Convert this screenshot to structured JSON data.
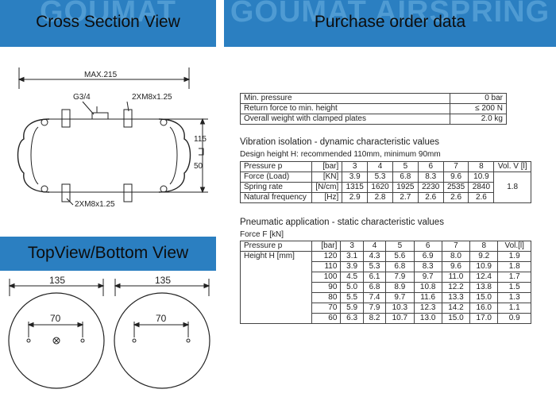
{
  "banners": {
    "cross_section": {
      "title": "Cross Section View",
      "watermark": "GOUMAT"
    },
    "purchase": {
      "title": "Purchase order data",
      "watermark": "GOUMAT AIRSPRING"
    },
    "topview": {
      "title": "TopView/Bottom View"
    }
  },
  "cross_section": {
    "max_width": "MAX.215",
    "port_label": "G3/4",
    "top_bolt_label": "2XM8x1.25",
    "bottom_bolt_label": "2XM8x1.25",
    "height_max": "115",
    "height_min": "50"
  },
  "top_view": {
    "diameter_left": "135",
    "bolt_spacing_left": "70",
    "diameter_right": "135",
    "bolt_spacing_right": "70"
  },
  "general": [
    {
      "label": "Min. pressure",
      "value": "0 bar"
    },
    {
      "label": "Return force to min. height",
      "value": "≤ 200 N"
    },
    {
      "label": "Overall weight with clamped plates",
      "value": "2.0 kg"
    }
  ],
  "vibration": {
    "title": "Vibration isolation - dynamic characteristic values",
    "subtitle": "Design height H: recommended 110mm, minimum 90mm",
    "rows": [
      {
        "label": "Pressure p",
        "unit": "[bar]",
        "values": [
          "3",
          "4",
          "5",
          "6",
          "7",
          "8"
        ],
        "extra": "Vol. V [l]"
      },
      {
        "label": "Force (Load)",
        "unit": "[KN]",
        "values": [
          "3.9",
          "5.3",
          "6.8",
          "8.3",
          "9.6",
          "10.9"
        ]
      },
      {
        "label": "Spring rate",
        "unit": "[N/cm]",
        "values": [
          "1315",
          "1620",
          "1925",
          "2230",
          "2535",
          "2840"
        ]
      },
      {
        "label": "Natural frequency",
        "unit": "[Hz]",
        "values": [
          "2.9",
          "2.8",
          "2.7",
          "2.6",
          "2.6",
          "2.6"
        ]
      }
    ],
    "volume": "1.8"
  },
  "pneumatic": {
    "title": "Pneumatic application - static characteristic values",
    "subtitle": "Force F [kN]",
    "header": {
      "label": "Pressure p",
      "unit": "[bar]",
      "values": [
        "3",
        "4",
        "5",
        "6",
        "7",
        "8"
      ],
      "extra": "Vol.[l]"
    },
    "height_label": "Height H [mm]",
    "rows": [
      {
        "h": "120",
        "values": [
          "3.1",
          "4.3",
          "5.6",
          "6.9",
          "8.0",
          "9.2"
        ],
        "vol": "1.9"
      },
      {
        "h": "110",
        "values": [
          "3.9",
          "5.3",
          "6.8",
          "8.3",
          "9.6",
          "10.9"
        ],
        "vol": "1.8"
      },
      {
        "h": "100",
        "values": [
          "4.5",
          "6.1",
          "7.9",
          "9.7",
          "11.0",
          "12.4"
        ],
        "vol": "1.7"
      },
      {
        "h": "90",
        "values": [
          "5.0",
          "6.8",
          "8.9",
          "10.8",
          "12.2",
          "13.8"
        ],
        "vol": "1.5"
      },
      {
        "h": "80",
        "values": [
          "5.5",
          "7.4",
          "9.7",
          "11.6",
          "13.3",
          "15.0"
        ],
        "vol": "1.3"
      },
      {
        "h": "70",
        "values": [
          "5.9",
          "7.9",
          "10.3",
          "12.3",
          "14.2",
          "16.0"
        ],
        "vol": "1.1"
      },
      {
        "h": "60",
        "values": [
          "6.3",
          "8.2",
          "10.7",
          "13.0",
          "15.0",
          "17.0"
        ],
        "vol": "0.9"
      }
    ]
  }
}
